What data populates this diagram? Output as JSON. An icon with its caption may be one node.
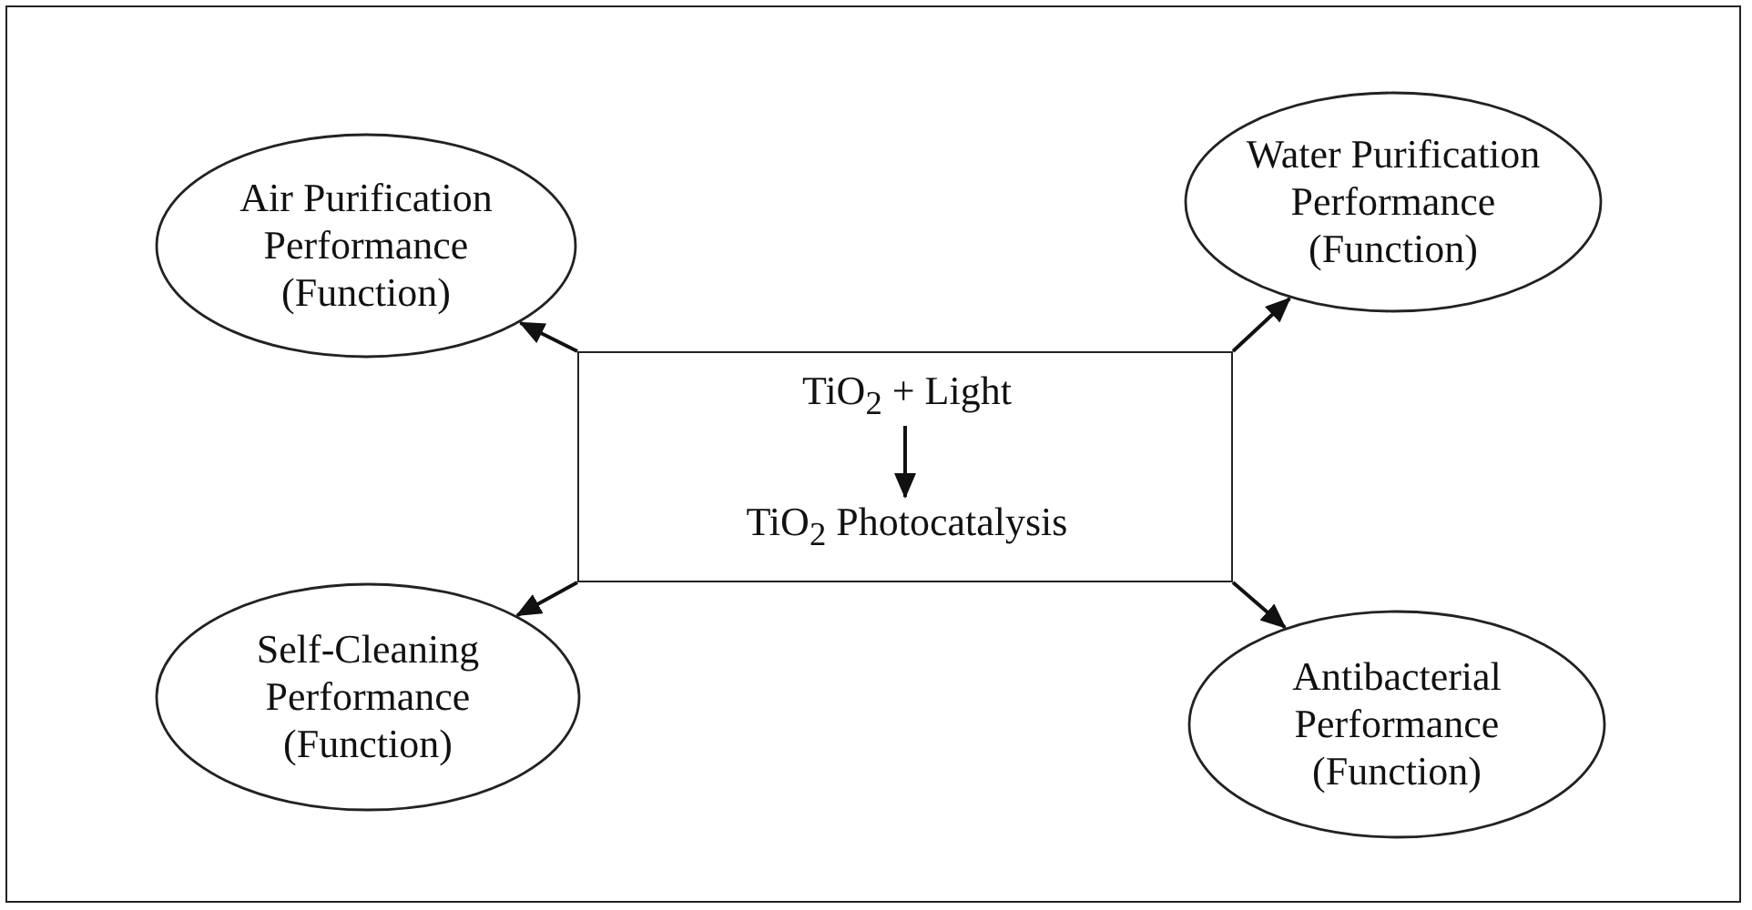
{
  "diagram": {
    "nodes": [
      {
        "text": [
          "Air Purification Performance (Function)"
        ]
      },
      {
        "text": [
          "Water Purification Performance (Function)"
        ]
      },
      {
        "text": [],
        "shape": "box"
      },
      {
        "text": [
          "TiO$_{2}$ + Light"
        ],
        "in": 2
      },
      {
        "text": [
          "TiO$_{2}$ Photocatalysis"
        ],
        "in": 2
      },
      {
        "text": [
          "Self-Cleaning Performance (Function)"
        ]
      },
      {
        "text": [
          "Antibacterial Performance (Function)"
        ]
      }
    ],
    "edges": [
      {
        "from": 2,
        "to": 0,
        "arrow": "to"
      },
      {
        "from": 2,
        "to": 1,
        "arrow": "to"
      },
      {
        "from": 3,
        "to": 4,
        "arrow": "to"
      },
      {
        "from": 2,
        "to": 5,
        "arrow": "to"
      },
      {
        "from": 2,
        "to": 6,
        "arrow": "to"
      }
    ]
  }
}
